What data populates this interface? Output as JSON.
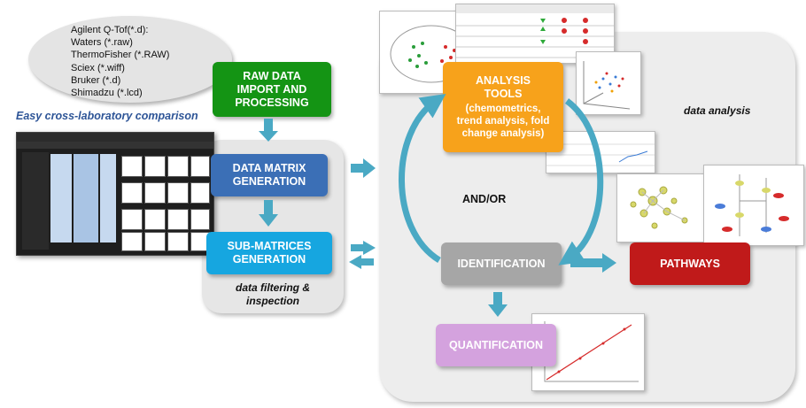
{
  "sources": {
    "items": [
      "Agilent Q-Tof(*.d):",
      "Waters (*.raw)",
      "ThermoFisher (*.RAW)",
      "Sciex (*.wiff)",
      "Bruker (*.d)",
      "Shimadzu (*.lcd)"
    ]
  },
  "boxes": {
    "raw_data": "RAW DATA\nIMPORT AND\nPROCESSING",
    "data_matrix": "DATA MATRIX\nGENERATION",
    "sub_matrices": "SUB-MATRICES\nGENERATION",
    "analysis_title": "ANALYSIS\nTOOLS",
    "analysis_detail": "(chemometrics,\ntrend analysis, fold\nchange analysis)",
    "identification": "IDENTIFICATION",
    "pathways": "PATHWAYS",
    "quantification": "QUANTIFICATION"
  },
  "labels": {
    "cross_lab": "Easy cross-laboratory comparison",
    "filtering": "data filtering &\ninspection",
    "data_analysis": "data analysis",
    "and_or": "AND/OR"
  },
  "colors": {
    "raw_data": "#149414",
    "data_matrix": "#3b6fb6",
    "sub_matrices": "#16a6e0",
    "analysis": "#f7a21b",
    "identification": "#a6a6a6",
    "pathways": "#c01a1a",
    "quantification": "#d4a2de",
    "arrow": "#4aa9c4"
  }
}
